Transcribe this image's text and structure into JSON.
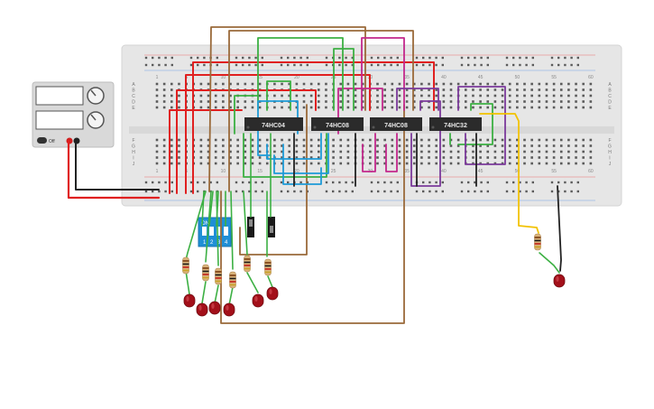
{
  "chips": [
    {
      "id": "u1",
      "label": "74HC04"
    },
    {
      "id": "u2",
      "label": "74HC08"
    },
    {
      "id": "u3",
      "label": "74HC08"
    },
    {
      "id": "u4",
      "label": "74HC32"
    }
  ],
  "breadboard": {
    "row_letters_top": [
      "A",
      "B",
      "C",
      "D",
      "E"
    ],
    "row_letters_bottom": [
      "F",
      "G",
      "H",
      "I",
      "J"
    ],
    "column_numbers": [
      "1",
      "5",
      "10",
      "15",
      "20",
      "25",
      "30",
      "35",
      "40",
      "45",
      "50",
      "55",
      "60"
    ]
  },
  "dip_switch": {
    "on_label": "ON",
    "position_labels": [
      "1",
      "2",
      "3",
      "4"
    ]
  },
  "power_supply": {
    "off_label": "Off"
  },
  "colors": {
    "breadboard": "#e6e6e6",
    "chip": "#2b2b2b",
    "wire_red": "#e02020",
    "wire_green": "#3cb043",
    "wire_brown": "#9a6a3a",
    "wire_blue": "#1e9bd7",
    "wire_magenta": "#c3288c",
    "wire_purple": "#7b3a9b",
    "wire_yellow": "#f2c200",
    "wire_black": "#222222",
    "led_red": "#a3101a",
    "dip_blue": "#1f8fd6"
  }
}
